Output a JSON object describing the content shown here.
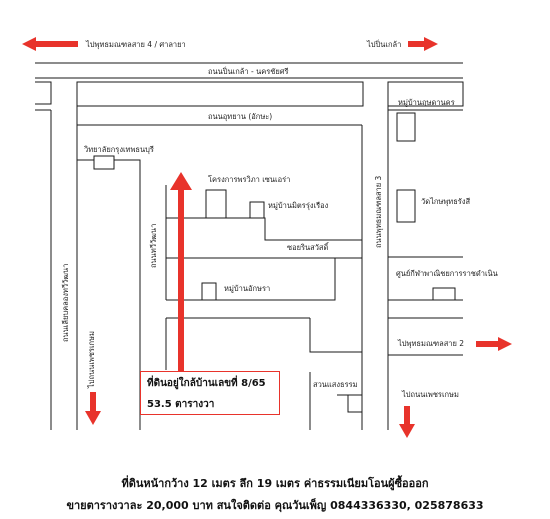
{
  "roads": {
    "top_left_direction": "ไปพุทธมณฑลสาย 4 / ศาลายา",
    "top_right_direction": "ไปปิ่นเกล้า",
    "pinklao_nakhonchaisri": "ถนนปิ่นเกล้า - นครชัยศรี",
    "utthayan": "ถนนอุทยาน (อักษะ)",
    "thawi_watthana": "ถนนทวีวัฒนา",
    "sub_rin_sawat": "ซอยรินสวัสดิ์",
    "phutthamonthon_3": "ถนนพุทธมณฑลสาย 3",
    "khlong_thawi_watthana": "ถนนเลียบคลองทวีวัฒนา",
    "to_phet_kasem_left": "ไปถนนเพชรเกษม",
    "to_phutthamonthon_2": "ไปพุทธมณฑลสาย 2",
    "to_phet_kasem_right": "ไปถนนเพชรเกษม"
  },
  "places": {
    "krungthep_thonburi_college": "วิทยาลัยกรุงเทพธนบุรี",
    "pruksa_project": "โครงการพรวิภา เซนเอร่า",
    "mitr_rungrueang": "หมู่บ้านมิตรรุ่งเรือง",
    "ak_sara": "หมู่บ้านอักษรา",
    "kritsada_nakhon": "หมู่บ้านฤษดานคร",
    "wat_kaeo": "วัดไกษพุทธรังสี",
    "trade_center": "ศูนย์กีฬาพาณิชยการราชดำเนิน",
    "suan_saengtham": "สวนแสงธรรม"
  },
  "callout": {
    "title": "ที่ดินอยู่ใกล้บ้านเลขที่ 8/65",
    "area": "53.5 ตารางวา"
  },
  "footer": {
    "line1": "ที่ดินหน้ากว้าง 12 เมตร ลึก 19 เมตร ค่าธรรมเนียมโอนผู้ซื้อออก",
    "line2": "ขายตารางวาละ 20,000 บาท สนใจติดต่อ คุณวันเพ็ญ 0844336330, 025878633"
  },
  "colors": {
    "arrow": "#e8332b",
    "line": "#1a1a1a"
  }
}
